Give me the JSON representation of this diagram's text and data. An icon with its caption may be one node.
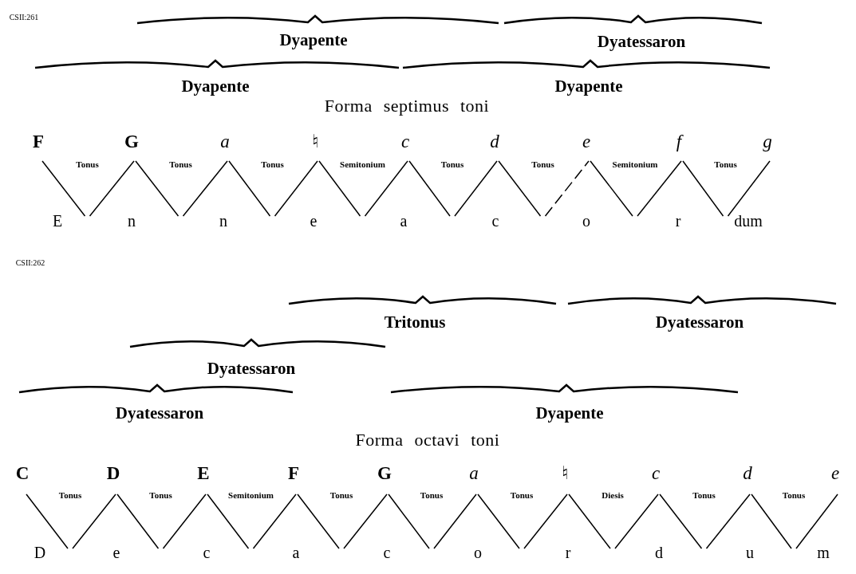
{
  "diagram": {
    "labels": [
      "CSII:261",
      "Dyapente",
      "Dyatessaron",
      "Dyapente",
      "Dyapente",
      "Forma septimus toni",
      "F",
      "G",
      "a",
      "♮",
      "c",
      "d",
      "e",
      "f",
      "g",
      "Tonus",
      "Tonus",
      "Tonus",
      "Semitonium",
      "Tonus",
      "Tonus",
      "Semitonium",
      "Tonus",
      "E",
      "n",
      "n",
      "e",
      "a",
      "c",
      "o",
      "r",
      "dum",
      "CSII:262",
      "Tritonus",
      "Dyatessaron",
      "Dyatessaron",
      "Dyatessaron",
      "Dyapente",
      "Forma octavi toni",
      "C",
      "D",
      "E",
      "F",
      "G",
      "a",
      "♮",
      "c",
      "d",
      "e",
      "Tonus",
      "Tonus",
      "Semitonium",
      "Tonus",
      "Tonus",
      "Tonus",
      "Diesis",
      "Tonus",
      "Tonus",
      "D",
      "e",
      "c",
      "a",
      "c",
      "o",
      "r",
      "d",
      "u",
      "m"
    ]
  }
}
